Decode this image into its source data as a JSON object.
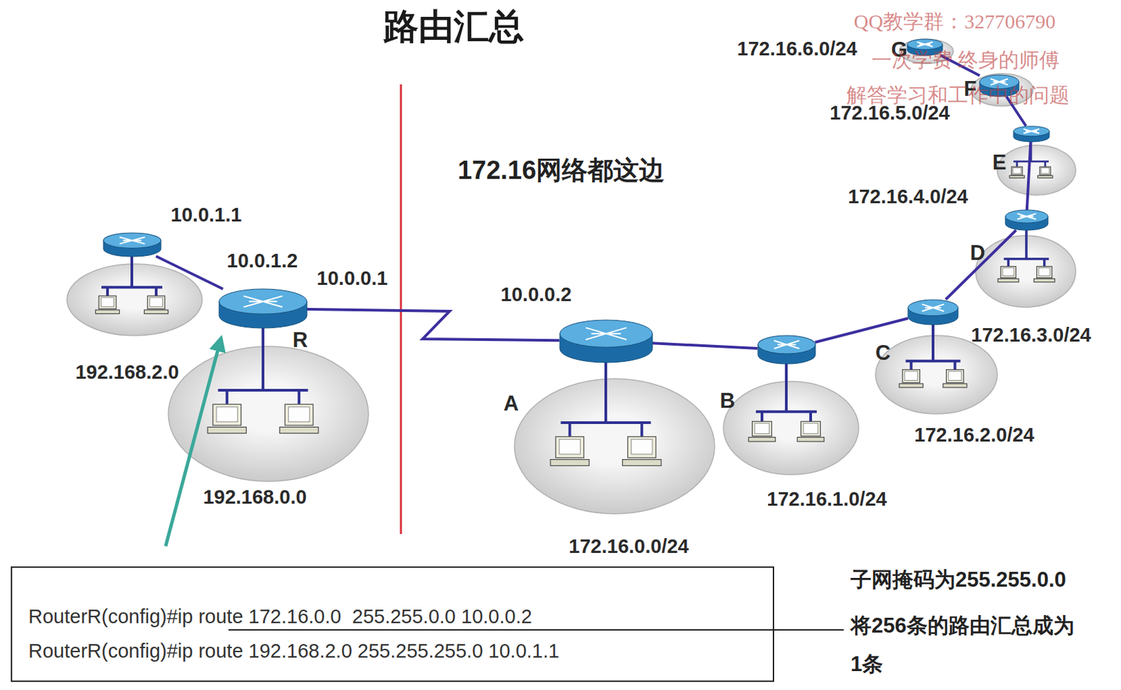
{
  "diagram": {
    "title": "路由汇总",
    "nodes": [
      {
        "text": [
          "10.0.1.1"
        ]
      },
      {
        "text": [
          "10.0.1.2",
          "10.0.0.1",
          "R"
        ]
      },
      {
        "text": [
          "10.0.0.2",
          "A"
        ]
      },
      {
        "text": [
          "B"
        ]
      },
      {
        "text": [
          "C"
        ]
      },
      {
        "text": [
          "D"
        ]
      },
      {
        "text": [
          "E"
        ]
      },
      {
        "text": [
          "F"
        ]
      },
      {
        "text": [
          "G"
        ]
      },
      {
        "text": [
          "RouterR(config)#ip route 172.16.0.0  255.255.0.0 10.0.0.2",
          "RouterR(config)#ip route 192.168.2.0 255.255.255.0 10.0.1.1"
        ]
      }
    ],
    "edges": [
      {
        "from": 0,
        "to": 1,
        "arrow": "none"
      },
      {
        "from": 1,
        "to": 2,
        "arrow": "none"
      },
      {
        "from": 2,
        "to": 3,
        "arrow": "none"
      },
      {
        "from": 3,
        "to": 4,
        "arrow": "none"
      },
      {
        "from": 4,
        "to": 5,
        "arrow": "none"
      },
      {
        "from": 5,
        "to": 6,
        "arrow": "none"
      },
      {
        "from": 6,
        "to": 7,
        "arrow": "none"
      },
      {
        "from": 7,
        "to": 8,
        "arrow": "none"
      }
    ],
    "labels": [
      "QQ教学群：327706790",
      "一次学费 终身的师傅",
      "解答学习和工作中的问题",
      "172.16网络都这边",
      "192.168.2.0",
      "192.168.0.0",
      "172.16.0.0/24",
      "172.16.1.0/24",
      "172.16.2.0/24",
      "172.16.3.0/24",
      "172.16.4.0/24",
      "172.16.5.0/24",
      "172.16.6.0/24",
      "子网掩码为255.255.0.0",
      "将256条的路由汇总成为 1条"
    ]
  }
}
